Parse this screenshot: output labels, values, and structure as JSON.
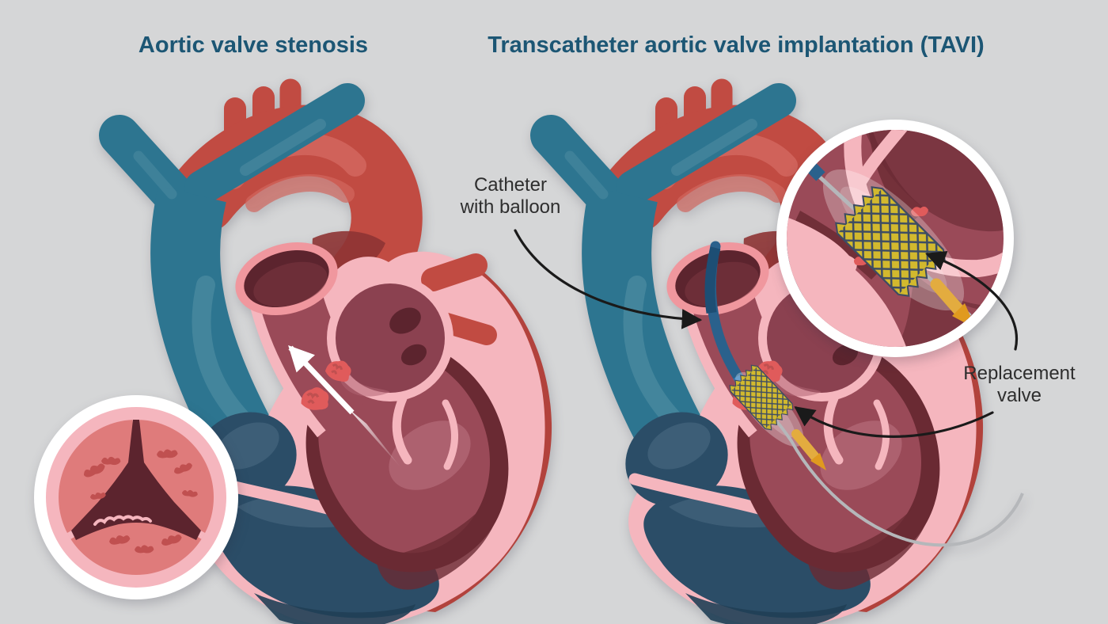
{
  "figure": {
    "type": "medical illustration",
    "subject": "Comparison of aortic valve stenosis and transcatheter aortic valve implantation"
  },
  "titles": {
    "left": "Aortic valve stenosis",
    "right": "Transcatheter aortic valve implantation (TAVI)"
  },
  "annotations": {
    "catheter_label": {
      "line1": "Catheter",
      "line2": "with balloon"
    },
    "replacement_label": {
      "line1": "Replacement",
      "line2": "valve"
    }
  },
  "colors": {
    "background": "#d5d6d7",
    "title": "#1c5674",
    "label": "#2e2e2e",
    "arrow": "#1a1a1a",
    "white": "#ffffff",
    "teal": "#2d7590",
    "teal_light": "#4d8ba1",
    "teal_dark": "#256d86",
    "red": "#c14b42",
    "red_light": "#d2665e",
    "red_deep": "#b2423c",
    "red_shadow": "#8e3434",
    "pink": "#f5b6be",
    "pink_rim": "#f0979e",
    "maroon": "#9a4a58",
    "maroon_mid": "#8b4150",
    "maroon_dark": "#7b3641",
    "maroon_deep": "#6a2a33",
    "maroon_darkest": "#5c242e",
    "lv_light": "#b06573",
    "navy": "#2b4d67",
    "navy_light": "#41617a",
    "navy_dark": "#203f55",
    "leaflet": "#df7b7b",
    "calc": "#e05b5b",
    "calc_dark": "#c05050",
    "stent_yellow": "#d2b92e",
    "stent_navy": "#3d4c63",
    "catheter_blue": "#2a618c",
    "catheter_blue_dark": "#1d4e74",
    "catheter_blue_bright": "#2e77b8",
    "wire_gray": "#b5b7ba",
    "shaft_yellow": "#e3ac3f",
    "shaft_orange": "#e09a1f"
  }
}
